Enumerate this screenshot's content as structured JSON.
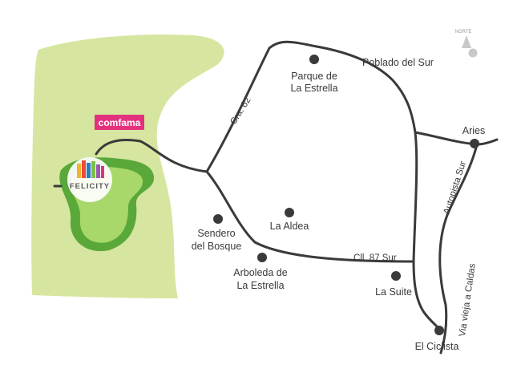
{
  "colors": {
    "land": "#d6e6a0",
    "road": "#3a3a3a",
    "park_dark": "#5aa83a",
    "park_light": "#a8d86a",
    "brand": "#e4317e",
    "text": "#3a3a3a"
  },
  "brand_badge": {
    "text": "comfama"
  },
  "development_logo": {
    "text": "FELICITY"
  },
  "compass": {
    "label": "NORTE",
    "icon": "north-arrow-icon"
  },
  "road_labels": {
    "cra62": "Cra. 62",
    "cll87": "Cll. 87 Sur",
    "autopista": "Autopista Sur",
    "via_caldas": "Via vieja a Caldas"
  },
  "places": {
    "parque_line1": "Parque de",
    "parque_line2": "La Estrella",
    "poblado": "Poblado del Sur",
    "aries": "Aries",
    "aldea": "La Aldea",
    "sendero_line1": "Sendero",
    "sendero_line2": "del Bosque",
    "arboleda_line1": "Arboleda de",
    "arboleda_line2": "La Estrella",
    "suite": "La Suite",
    "ciclista": "El Ciclista"
  }
}
